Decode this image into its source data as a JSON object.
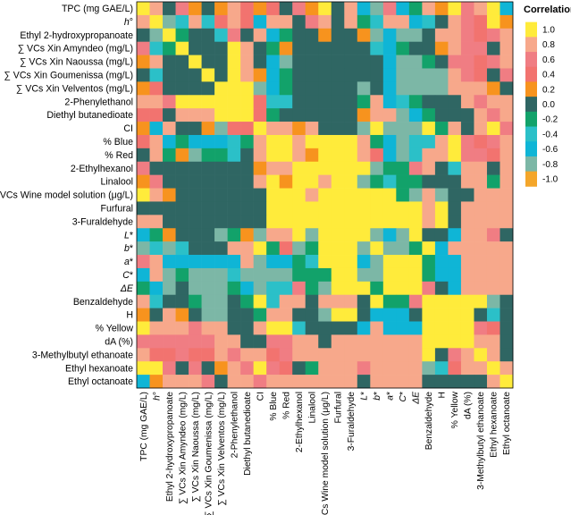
{
  "chart_data": {
    "type": "heatmap",
    "legend": {
      "title": "Correlation",
      "placement": "right",
      "ticks": [
        "1.0",
        "0.8",
        "0.6",
        "0.4",
        "0.2",
        "0.0",
        "-0.2",
        "-0.4",
        "-0.6",
        "-0.8",
        "-1.0"
      ],
      "tick_values": [
        1.0,
        0.8,
        0.6,
        0.4,
        0.2,
        0.0,
        -0.2,
        -0.4,
        -0.6,
        -0.8,
        -1.0
      ],
      "colors": [
        "#FFEB3B",
        "#F7A88B",
        "#F07D83",
        "#F2736F",
        "#F7931E",
        "#2F6663",
        "#12A26A",
        "#2BC0C8",
        "#0FB5D6",
        "#7CB7A6",
        "#F4A62A"
      ]
    },
    "variables": [
      {
        "name": "TPC (mg GAE/L)",
        "italic_prefix": ""
      },
      {
        "name": "h°",
        "italic_prefix": "h"
      },
      {
        "name": "Ethyl 2-hydroxypropanoate",
        "italic_prefix": ""
      },
      {
        "name": "∑ VCs Xin Amyndeo (mg/L)",
        "italic_prefix": ""
      },
      {
        "name": "∑ VCs Xin Naoussa (mg/L)",
        "italic_prefix": ""
      },
      {
        "name": "∑ VCs Xin Goumenissa (mg/L)",
        "italic_prefix": ""
      },
      {
        "name": "∑ VCs Xin Velventos (mg/L)",
        "italic_prefix": ""
      },
      {
        "name": "2-Phenylethanol",
        "italic_prefix": ""
      },
      {
        "name": "Diethyl butanedioate",
        "italic_prefix": ""
      },
      {
        "name": "CI",
        "italic_prefix": ""
      },
      {
        "name": "% Blue",
        "italic_prefix": ""
      },
      {
        "name": "% Red",
        "italic_prefix": ""
      },
      {
        "name": "2-Ethylhexanol",
        "italic_prefix": ""
      },
      {
        "name": "Linalool",
        "italic_prefix": ""
      },
      {
        "name": "∑ VCs Wine model solution (μg/L)",
        "italic_prefix": ""
      },
      {
        "name": "Furfural",
        "italic_prefix": ""
      },
      {
        "name": "3-Furaldehyde",
        "italic_prefix": ""
      },
      {
        "name": "L*",
        "italic_prefix": "L"
      },
      {
        "name": "b*",
        "italic_prefix": "b"
      },
      {
        "name": "a*",
        "italic_prefix": "a"
      },
      {
        "name": "C*",
        "italic_prefix": "C"
      },
      {
        "name": "ΔE",
        "italic_prefix": "ΔE"
      },
      {
        "name": "Benzaldehyde",
        "italic_prefix": ""
      },
      {
        "name": "H",
        "italic_prefix": ""
      },
      {
        "name": "% Yellow",
        "italic_prefix": ""
      },
      {
        "name": "dA (%)",
        "italic_prefix": ""
      },
      {
        "name": "3-Methylbutyl ethanoate",
        "italic_prefix": ""
      },
      {
        "name": "Ethyl hexanoate",
        "italic_prefix": ""
      },
      {
        "name": "Ethyl octanoate",
        "italic_prefix": ""
      }
    ],
    "value_scale": "codes index legend.tick_values (0 = 1.0 ... 10 = -1.0)",
    "matrix": [
      [
        0,
        1,
        5,
        2,
        4,
        5,
        4,
        1,
        3,
        4,
        3,
        5,
        2,
        4,
        0,
        5,
        1,
        8,
        9,
        2,
        8,
        6,
        1,
        4,
        0,
        2,
        1,
        0,
        8
      ],
      [
        1,
        0,
        9,
        7,
        1,
        7,
        3,
        1,
        3,
        8,
        1,
        1,
        5,
        2,
        1,
        5,
        1,
        6,
        7,
        1,
        1,
        8,
        7,
        5,
        1,
        2,
        3,
        0,
        4
      ],
      [
        5,
        9,
        0,
        6,
        5,
        5,
        7,
        2,
        5,
        1,
        8,
        6,
        5,
        5,
        4,
        5,
        5,
        4,
        9,
        8,
        9,
        9,
        5,
        1,
        1,
        2,
        3,
        2,
        1
      ],
      [
        2,
        7,
        6,
        0,
        5,
        5,
        5,
        0,
        1,
        5,
        6,
        4,
        5,
        5,
        5,
        5,
        5,
        5,
        7,
        8,
        6,
        5,
        5,
        4,
        1,
        2,
        2,
        5,
        1
      ],
      [
        4,
        1,
        5,
        5,
        0,
        5,
        5,
        0,
        1,
        5,
        8,
        9,
        5,
        5,
        5,
        5,
        5,
        5,
        5,
        8,
        9,
        9,
        6,
        5,
        2,
        2,
        3,
        2,
        1
      ],
      [
        5,
        7,
        5,
        5,
        5,
        0,
        5,
        0,
        1,
        4,
        8,
        6,
        5,
        5,
        5,
        5,
        5,
        5,
        5,
        8,
        9,
        9,
        9,
        9,
        1,
        2,
        3,
        5,
        2
      ],
      [
        4,
        3,
        5,
        5,
        5,
        5,
        0,
        0,
        0,
        9,
        8,
        6,
        5,
        5,
        5,
        5,
        5,
        9,
        5,
        8,
        9,
        9,
        9,
        9,
        1,
        1,
        1,
        4,
        5
      ],
      [
        1,
        1,
        2,
        0,
        0,
        0,
        0,
        0,
        0,
        3,
        7,
        7,
        5,
        5,
        5,
        5,
        5,
        6,
        1,
        8,
        7,
        6,
        5,
        5,
        5,
        1,
        2,
        1,
        1
      ],
      [
        3,
        3,
        5,
        1,
        1,
        1,
        0,
        0,
        0,
        3,
        6,
        5,
        5,
        5,
        5,
        5,
        5,
        4,
        1,
        1,
        9,
        8,
        6,
        5,
        5,
        5,
        1,
        2,
        1
      ],
      [
        4,
        8,
        1,
        5,
        5,
        4,
        9,
        3,
        3,
        0,
        1,
        1,
        4,
        1,
        5,
        5,
        5,
        9,
        0,
        9,
        9,
        9,
        0,
        6,
        1,
        5,
        1,
        0,
        2
      ],
      [
        3,
        1,
        8,
        6,
        8,
        8,
        8,
        7,
        6,
        1,
        0,
        0,
        1,
        0,
        0,
        0,
        0,
        1,
        6,
        8,
        9,
        7,
        7,
        1,
        0,
        2,
        3,
        2,
        1
      ],
      [
        5,
        1,
        6,
        4,
        9,
        6,
        6,
        7,
        5,
        1,
        0,
        0,
        1,
        4,
        0,
        0,
        0,
        1,
        3,
        8,
        9,
        7,
        1,
        1,
        0,
        2,
        2,
        3,
        1
      ],
      [
        2,
        5,
        5,
        5,
        5,
        5,
        5,
        5,
        5,
        4,
        1,
        1,
        0,
        0,
        0,
        0,
        0,
        0,
        9,
        6,
        6,
        2,
        1,
        5,
        7,
        1,
        1,
        5,
        1
      ],
      [
        4,
        2,
        5,
        5,
        5,
        5,
        5,
        5,
        5,
        1,
        0,
        4,
        0,
        0,
        1,
        0,
        0,
        9,
        6,
        7,
        6,
        6,
        5,
        5,
        5,
        1,
        1,
        6,
        1
      ],
      [
        0,
        1,
        4,
        5,
        5,
        5,
        5,
        5,
        5,
        5,
        0,
        0,
        0,
        1,
        0,
        0,
        0,
        0,
        0,
        0,
        6,
        9,
        1,
        9,
        5,
        5,
        1,
        1,
        1
      ],
      [
        5,
        5,
        5,
        5,
        5,
        5,
        5,
        5,
        5,
        5,
        0,
        0,
        0,
        0,
        0,
        0,
        0,
        0,
        0,
        0,
        0,
        0,
        1,
        0,
        5,
        1,
        1,
        1,
        1
      ],
      [
        1,
        1,
        5,
        5,
        5,
        5,
        5,
        5,
        5,
        5,
        0,
        0,
        0,
        0,
        0,
        0,
        0,
        0,
        0,
        0,
        0,
        0,
        1,
        0,
        5,
        1,
        1,
        1,
        1
      ],
      [
        8,
        6,
        4,
        5,
        5,
        5,
        9,
        6,
        4,
        9,
        1,
        1,
        0,
        9,
        0,
        0,
        0,
        0,
        9,
        8,
        9,
        0,
        5,
        5,
        8,
        1,
        1,
        2,
        5
      ],
      [
        9,
        7,
        9,
        7,
        5,
        5,
        5,
        1,
        1,
        0,
        6,
        3,
        9,
        6,
        0,
        0,
        0,
        9,
        0,
        9,
        9,
        6,
        0,
        8,
        1,
        1,
        1,
        1,
        1
      ],
      [
        2,
        1,
        8,
        8,
        8,
        8,
        8,
        8,
        1,
        9,
        8,
        8,
        6,
        7,
        0,
        0,
        0,
        8,
        9,
        0,
        0,
        0,
        6,
        8,
        8,
        1,
        1,
        1,
        1
      ],
      [
        8,
        1,
        9,
        6,
        9,
        9,
        9,
        7,
        9,
        9,
        9,
        9,
        6,
        6,
        6,
        0,
        0,
        9,
        9,
        0,
        0,
        0,
        6,
        8,
        8,
        1,
        1,
        1,
        1
      ],
      [
        6,
        8,
        9,
        5,
        9,
        9,
        9,
        6,
        8,
        9,
        7,
        7,
        2,
        6,
        9,
        0,
        0,
        0,
        6,
        0,
        0,
        0,
        2,
        5,
        8,
        1,
        1,
        1,
        1
      ],
      [
        1,
        7,
        5,
        5,
        6,
        9,
        9,
        5,
        6,
        0,
        7,
        1,
        1,
        5,
        1,
        1,
        1,
        5,
        0,
        6,
        6,
        2,
        0,
        0,
        0,
        0,
        0,
        9,
        5
      ],
      [
        4,
        5,
        1,
        4,
        5,
        9,
        9,
        5,
        5,
        6,
        1,
        1,
        5,
        5,
        9,
        0,
        0,
        5,
        8,
        8,
        8,
        5,
        0,
        0,
        0,
        0,
        5,
        7,
        5
      ],
      [
        0,
        1,
        1,
        1,
        2,
        1,
        1,
        5,
        5,
        1,
        0,
        0,
        7,
        5,
        5,
        5,
        5,
        8,
        1,
        8,
        8,
        8,
        0,
        0,
        0,
        0,
        2,
        3,
        5
      ],
      [
        2,
        2,
        2,
        2,
        2,
        2,
        1,
        1,
        5,
        5,
        2,
        2,
        1,
        1,
        5,
        1,
        1,
        1,
        1,
        1,
        1,
        1,
        0,
        0,
        0,
        0,
        1,
        1,
        5
      ],
      [
        1,
        3,
        3,
        2,
        3,
        3,
        1,
        2,
        1,
        1,
        3,
        2,
        1,
        1,
        1,
        1,
        1,
        1,
        1,
        1,
        1,
        1,
        0,
        5,
        2,
        1,
        0,
        1,
        5
      ],
      [
        0,
        0,
        2,
        5,
        2,
        5,
        4,
        1,
        2,
        0,
        2,
        3,
        5,
        6,
        1,
        1,
        1,
        2,
        1,
        1,
        1,
        1,
        9,
        7,
        3,
        1,
        1,
        0,
        1
      ],
      [
        8,
        4,
        1,
        1,
        1,
        2,
        5,
        1,
        1,
        2,
        1,
        1,
        1,
        1,
        1,
        1,
        1,
        5,
        1,
        1,
        1,
        1,
        5,
        5,
        5,
        5,
        5,
        1,
        0
      ]
    ]
  }
}
